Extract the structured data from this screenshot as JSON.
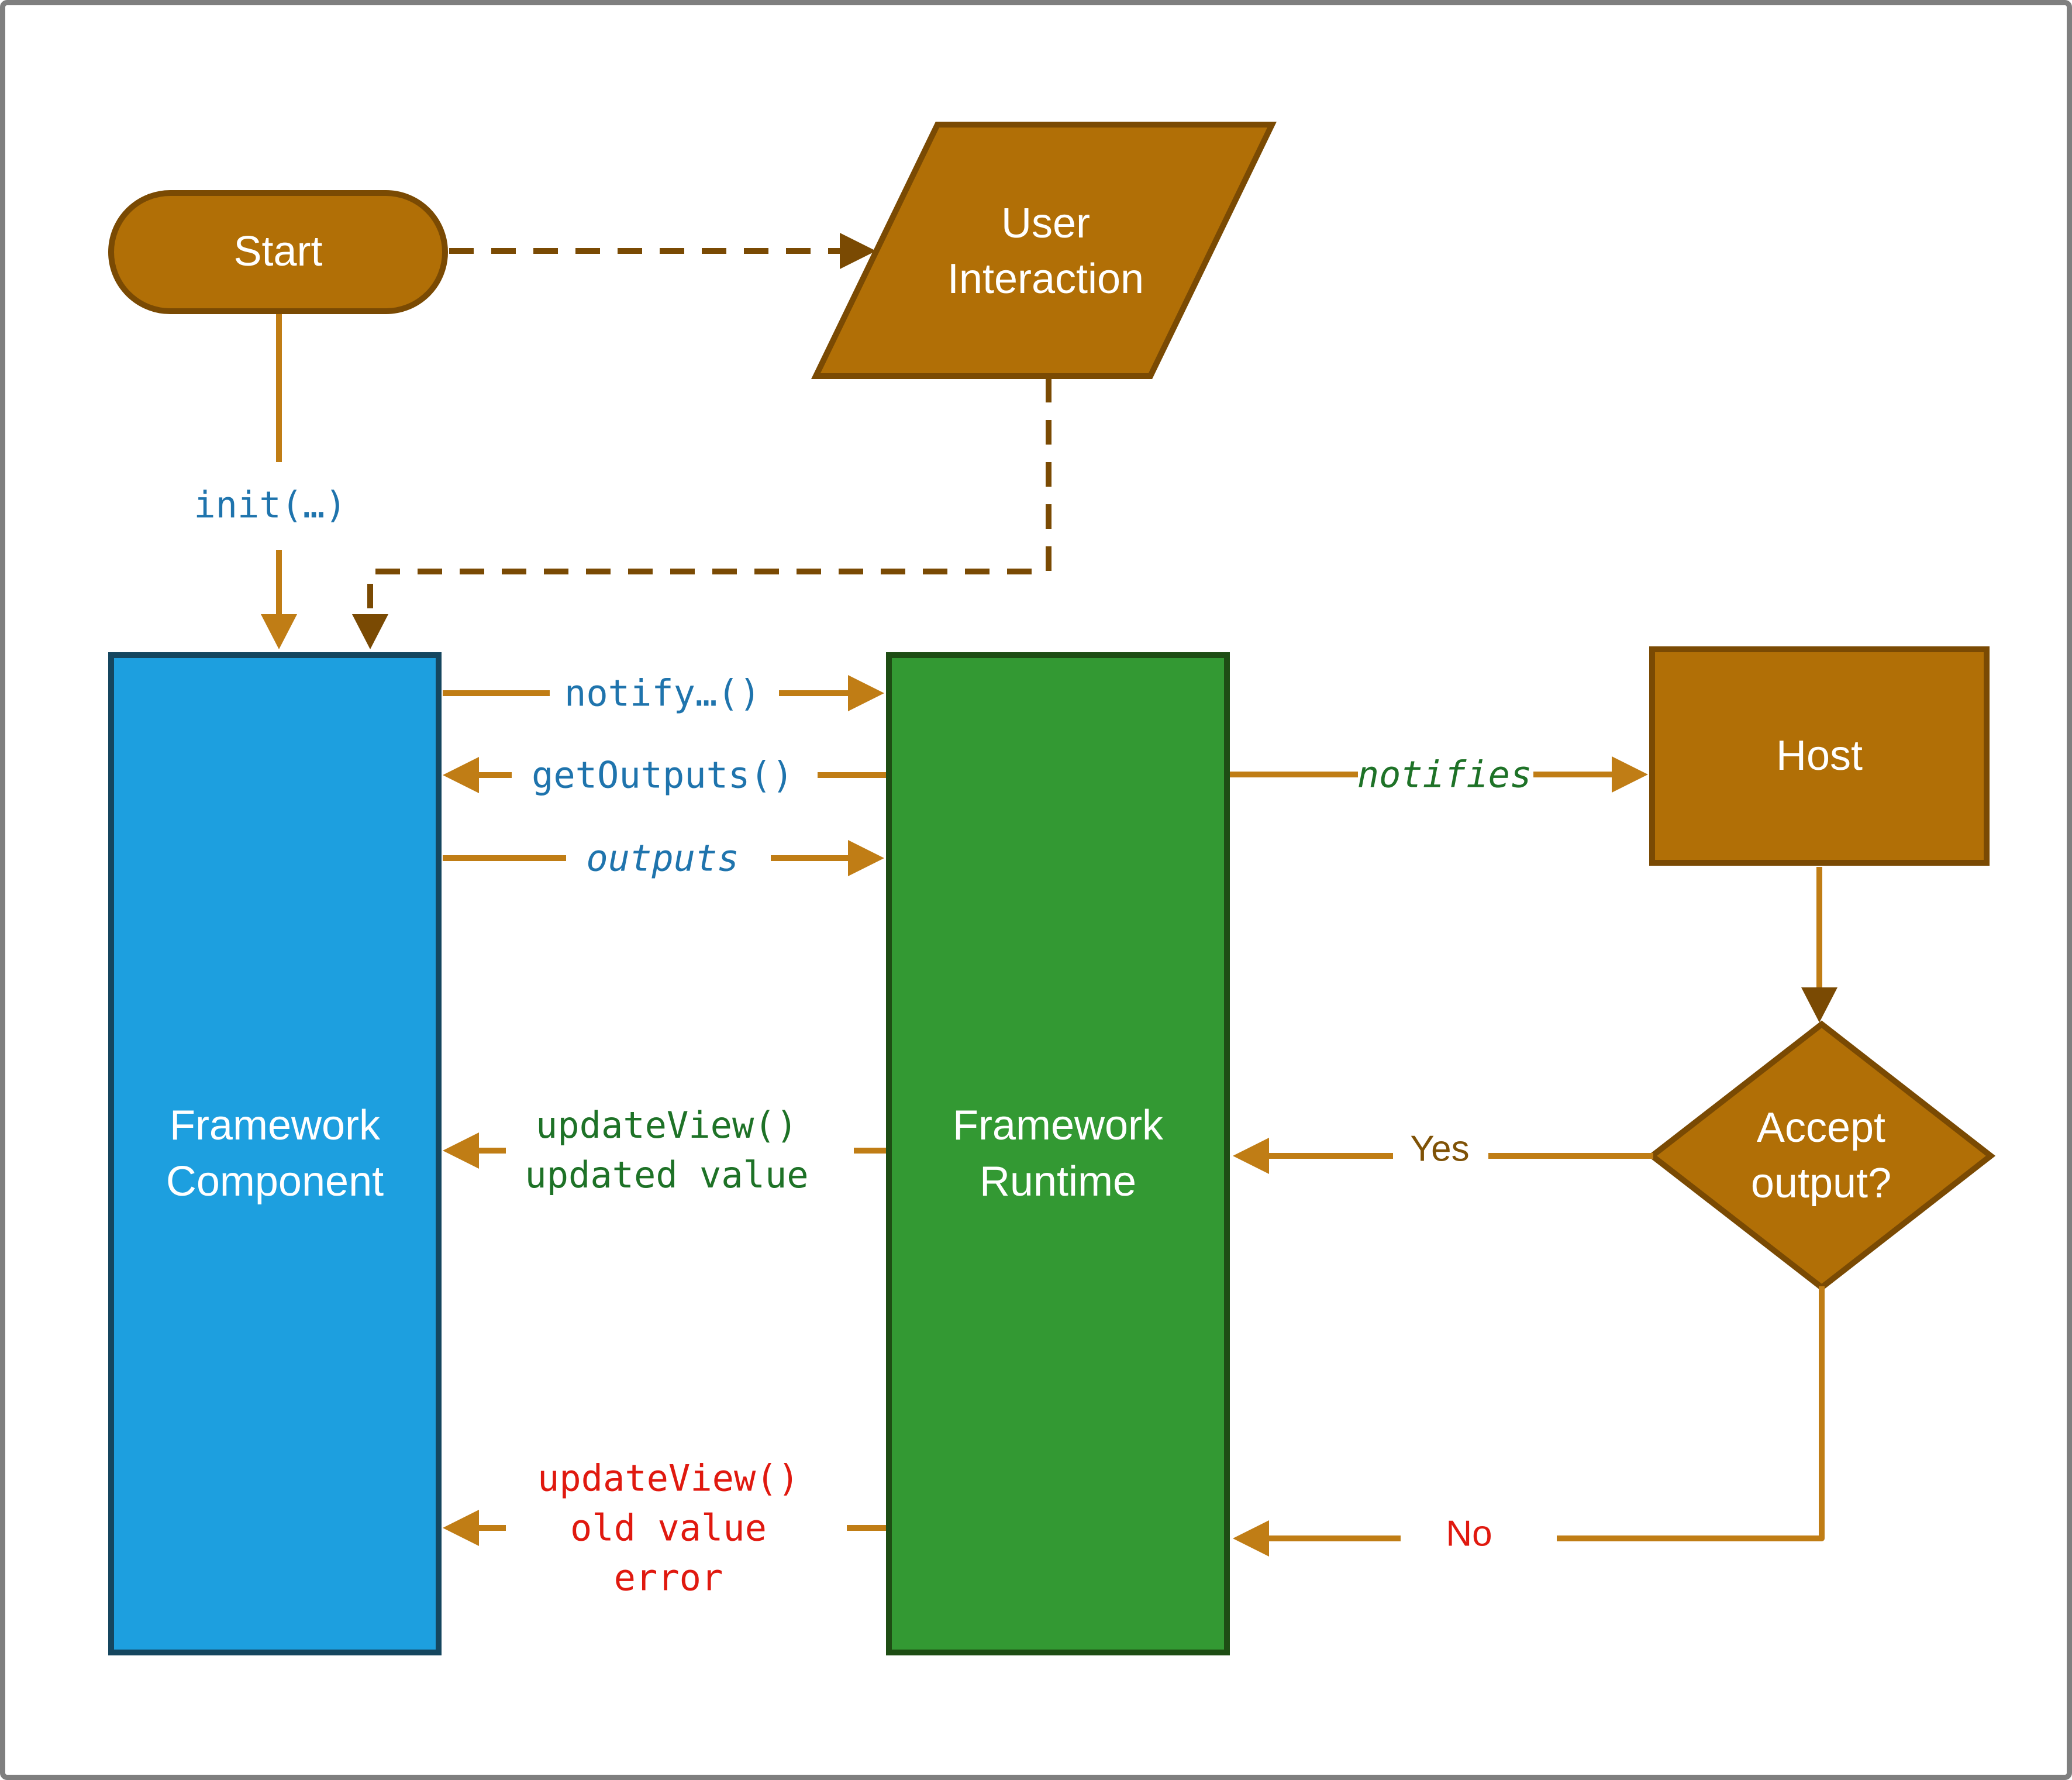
{
  "nodes": {
    "start": {
      "label": "Start"
    },
    "user_interaction": {
      "line1": "User",
      "line2": "Interaction"
    },
    "framework_component": {
      "line1": "Framework",
      "line2": "Component"
    },
    "framework_runtime": {
      "line1": "Framework",
      "line2": "Runtime"
    },
    "host": {
      "label": "Host"
    },
    "accept_output": {
      "line1": "Accept",
      "line2": "output?"
    }
  },
  "edges": {
    "init": {
      "label": "init(…)"
    },
    "notify": {
      "label": "notify…()"
    },
    "get_outputs": {
      "label": "getOutputs()"
    },
    "outputs": {
      "label": "outputs"
    },
    "notifies": {
      "label": "notifies"
    },
    "update_view_ok": {
      "line1": "updateView()",
      "line2": "updated value"
    },
    "update_view_err": {
      "line1": "updateView()",
      "line2": "old value",
      "line3": "error"
    },
    "yes": {
      "label": "Yes"
    },
    "no": {
      "label": "No"
    }
  },
  "colors": {
    "brown_fill": "#B16F06",
    "brown_border": "#7A4A03",
    "blue_fill": "#1D9FDF",
    "blue_border": "#15465F",
    "green_fill": "#339933",
    "green_border": "#1E4D14",
    "arrow_orange": "#C07D15",
    "arrow_dark": "#7A4A03",
    "label_blue": "#1F74AD",
    "label_green": "#1E7227",
    "label_red": "#E0190F",
    "label_brown": "#7F5206",
    "frame_gray": "#7F7F7F"
  }
}
